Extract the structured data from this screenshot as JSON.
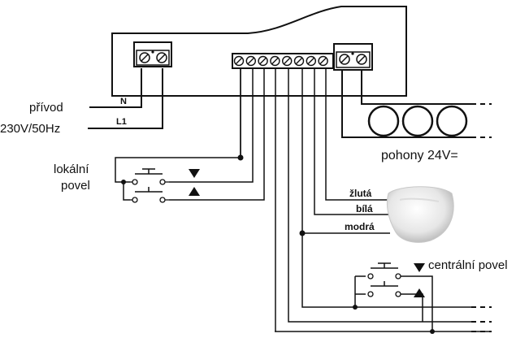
{
  "labels": {
    "supply": "přívod",
    "voltage": "230V/50Hz",
    "neutral": "N",
    "line": "L1",
    "local_command_1": "lokální",
    "local_command_2": "povel",
    "motors": "pohony 24V=",
    "wire_yellow": "žlutá",
    "wire_white": "bílá",
    "wire_blue": "modrá",
    "central_command": "centrální povel"
  },
  "components": {
    "motor_count": 3,
    "block_a_terminals": 2,
    "block_b_terminals": 8,
    "block_c_terminals": 2
  }
}
